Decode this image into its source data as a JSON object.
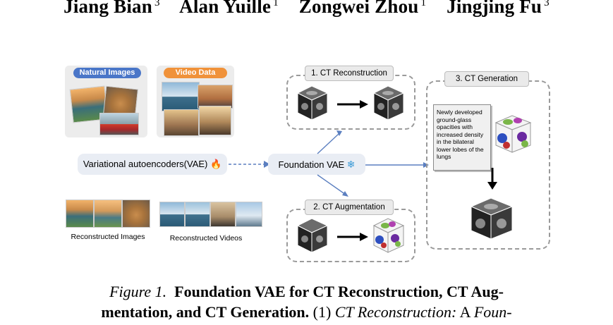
{
  "authors": [
    {
      "name": "Jiang Bian",
      "aff": "3"
    },
    {
      "name": "Alan Yuille",
      "aff": "1"
    },
    {
      "name": "Zongwei Zhou",
      "aff": "1"
    },
    {
      "name": "Jingjing Fu",
      "aff": "3"
    }
  ],
  "figure": {
    "natural_images_label": "Natural Images",
    "video_data_label": "Video Data",
    "vae_label": "Variational autoencoders(VAE)",
    "foundation_vae_label": "Foundation VAE",
    "ct_reconstruction_label": "1. CT Reconstruction",
    "ct_augmentation_label": "2. CT Augmentation",
    "ct_generation_label": "3. CT Generation",
    "generation_prompt": "Newly developed ground-glass opacities with increased density in the bilateral lower lobes of the lungs",
    "reconstructed_images_label": "Reconstructed Images",
    "reconstructed_videos_label": "Reconstructed Videos",
    "colors": {
      "natural_pill": "#4a76c8",
      "video_pill": "#f0923a",
      "arrow_blue": "#5b7fc0",
      "dashed_border": "#9a9a9a"
    }
  },
  "caption": {
    "figure_label": "Figure 1.",
    "title_line1": "Foundation VAE for CT Reconstruction, CT Aug-",
    "title_line2": "mentation, and CT Generation.",
    "body_num": "(1)",
    "body_italic": "CT Reconstruction:",
    "body_text": "A",
    "body_italic2": "Foun-"
  }
}
